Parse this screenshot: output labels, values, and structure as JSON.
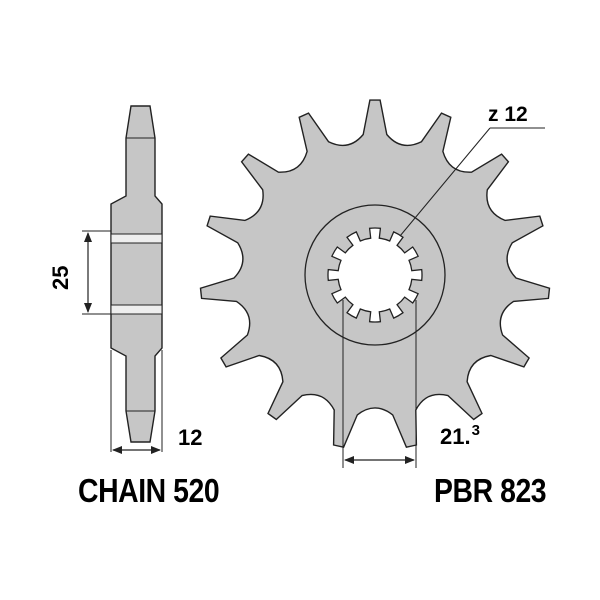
{
  "colors": {
    "part_fill": "#c6c6c6",
    "outline": "#222222",
    "background": "#ffffff"
  },
  "sprocket": {
    "teeth": 15,
    "spline_count": 12
  },
  "labels": {
    "hub_width": "25",
    "thickness": "12",
    "spline": "z 12",
    "bore_main": "21.",
    "bore_sup": "3",
    "chain": "CHAIN 520",
    "part_number": "PBR 823"
  }
}
